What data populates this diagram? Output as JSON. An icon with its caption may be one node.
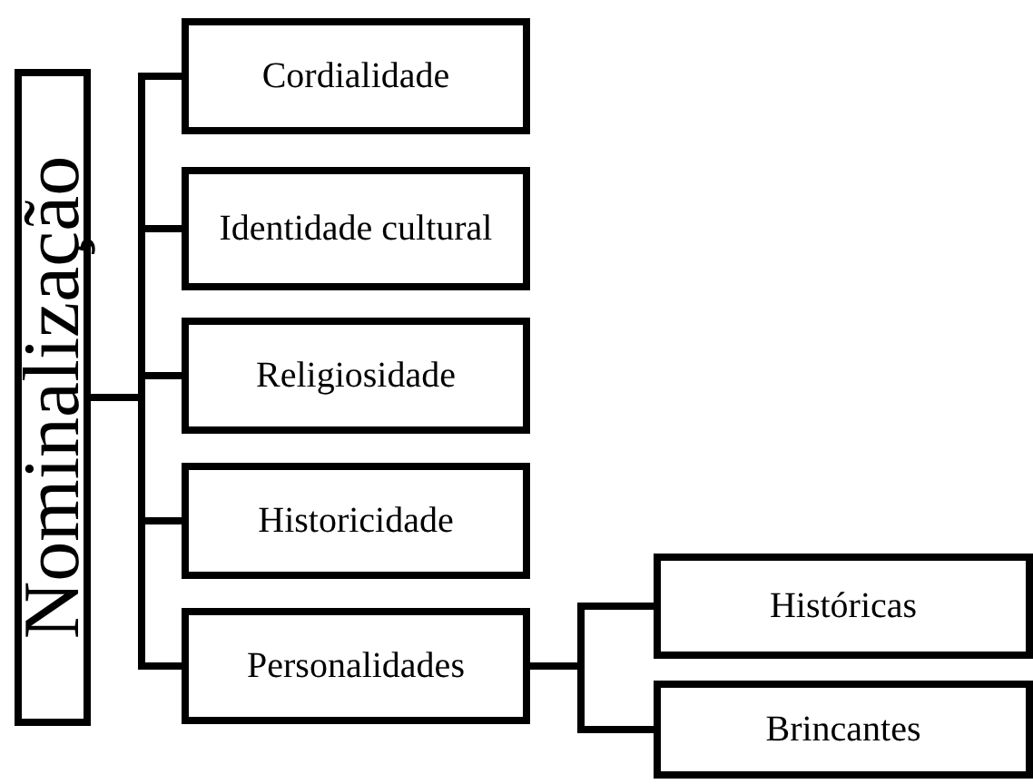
{
  "diagram": {
    "nodes": [
      {
        "text": [
          "Nominalização"
        ]
      },
      {
        "text": [
          "Cordialidade"
        ]
      },
      {
        "text": [
          "Identidade cultural"
        ]
      },
      {
        "text": [
          "Religiosidade"
        ]
      },
      {
        "text": [
          "Historicidade"
        ]
      },
      {
        "text": [
          "Personalidades"
        ]
      },
      {
        "text": [
          "Históricas"
        ]
      },
      {
        "text": [
          "Brincantes"
        ]
      }
    ],
    "edges": [
      {
        "from": 0,
        "to": 1,
        "arrow": "none"
      },
      {
        "from": 0,
        "to": 2,
        "arrow": "none"
      },
      {
        "from": 0,
        "to": 3,
        "arrow": "none"
      },
      {
        "from": 0,
        "to": 4,
        "arrow": "none"
      },
      {
        "from": 0,
        "to": 5,
        "arrow": "none"
      },
      {
        "from": 5,
        "to": 6,
        "arrow": "none"
      },
      {
        "from": 5,
        "to": 7,
        "arrow": "none"
      }
    ]
  }
}
